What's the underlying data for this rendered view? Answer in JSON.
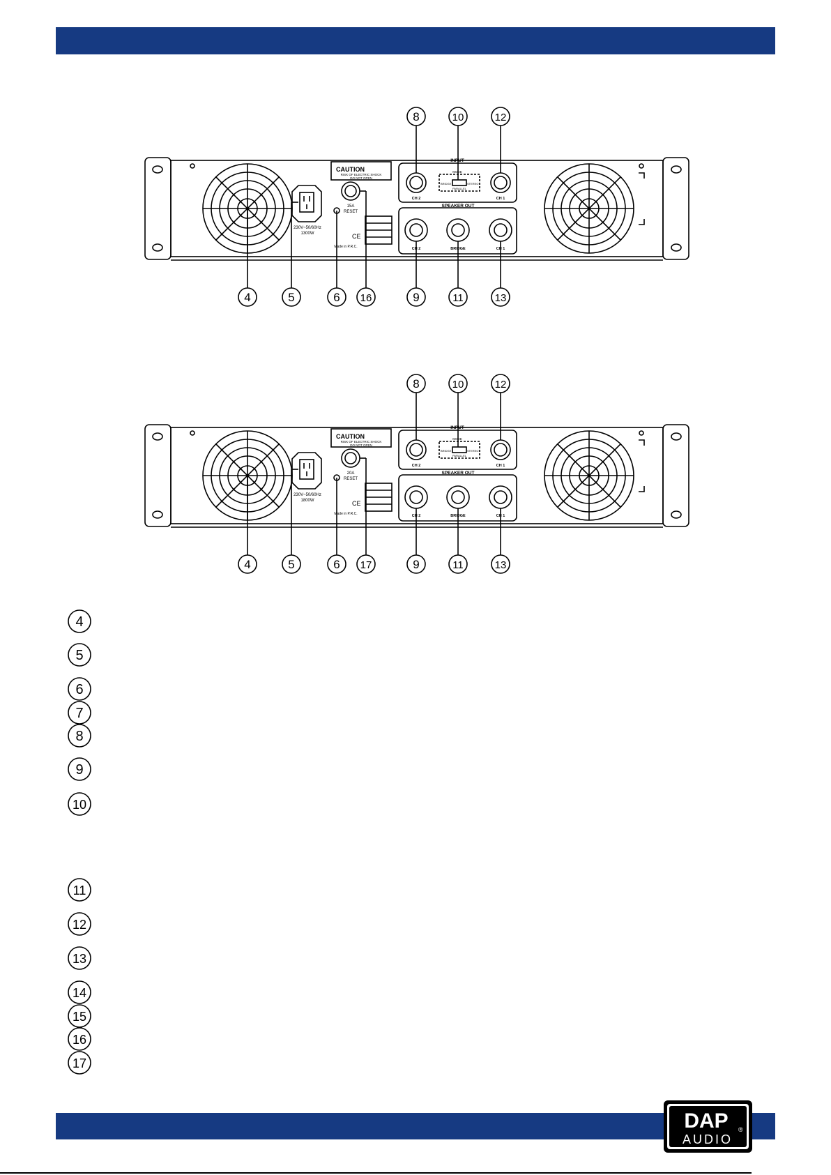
{
  "logo": {
    "line1": "DAP",
    "line2": "AUDIO",
    "registered": "®"
  },
  "diagrams": [
    {
      "id": "rear-panel-1",
      "caution_title": "CAUTION",
      "caution_sub1": "RISK OF ELECTRIC SHOCK",
      "caution_sub2": "DO NOT OPEN",
      "input_label": "INPUT",
      "speaker_out_label": "SPEAKER OUT",
      "mode_label": "MODE",
      "bridge_switch_label": "BRIDGE",
      "stereo_label": "STEREO",
      "parallel_label": "PARALLEL",
      "ch2_label": "CH 2",
      "ch1_label": "CH 1",
      "bridge_label": "BRIDGE",
      "power_rating_1": "230V~50/60Hz",
      "power_rating_2": "1300W",
      "fuse_1": "15A",
      "fuse_2": "RESET",
      "made_in": "Made in P.R.C.",
      "ce_mark": "CE",
      "callouts_top": [
        "8",
        "10",
        "12"
      ],
      "callouts_bottom": [
        "4",
        "5",
        "6",
        "16",
        "9",
        "11",
        "13"
      ]
    },
    {
      "id": "rear-panel-2",
      "caution_title": "CAUTION",
      "caution_sub1": "RISK OF ELECTRIC SHOCK",
      "caution_sub2": "DO NOT OPEN",
      "input_label": "INPUT",
      "speaker_out_label": "SPEAKER OUT",
      "mode_label": "MODE",
      "bridge_switch_label": "BRIDGE",
      "stereo_label": "STEREO",
      "parallel_label": "PARALLEL",
      "ch2_label": "CH 2",
      "ch1_label": "CH 1",
      "bridge_label": "BRIDGE",
      "power_rating_1": "230V~50/60Hz",
      "power_rating_2": "1800W",
      "fuse_1": "20A",
      "fuse_2": "RESET",
      "made_in": "Made in P.R.C.",
      "ce_mark": "CE",
      "callouts_top": [
        "8",
        "10",
        "12"
      ],
      "callouts_bottom": [
        "4",
        "5",
        "6",
        "17",
        "9",
        "11",
        "13"
      ]
    }
  ],
  "legend": [
    "4",
    "5",
    "6",
    "7",
    "8",
    "9",
    "10",
    "11",
    "12",
    "13",
    "14",
    "15",
    "16",
    "17"
  ]
}
